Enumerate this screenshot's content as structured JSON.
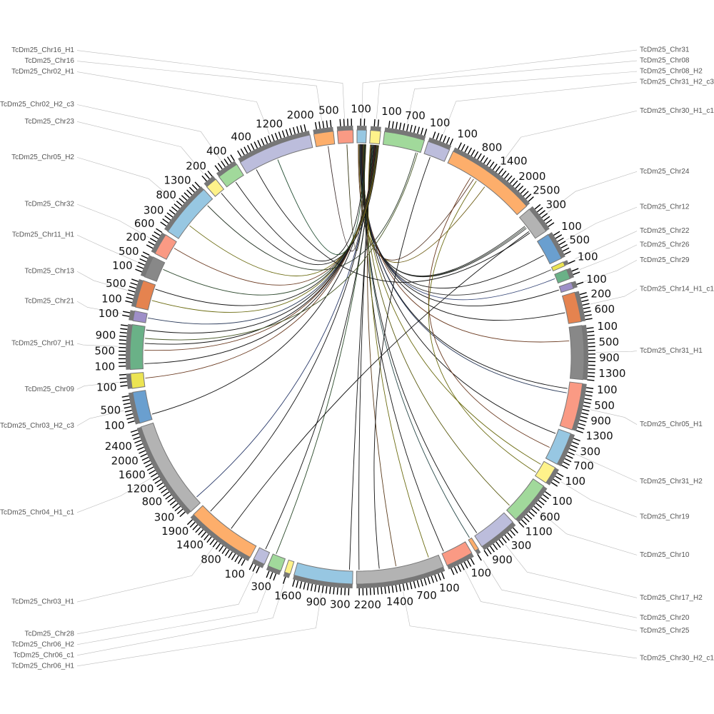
{
  "chart_data": {
    "type": "chord",
    "title": "",
    "tick_interval": 100,
    "sectors": [
      {
        "name": "TcDm25_Chr31",
        "length": 264,
        "color": "#97c7e2"
      },
      {
        "name": "TcDm25_Chr08",
        "length": 286,
        "color": "#fef28a"
      },
      {
        "name": "TcDm25_Chr08_H2",
        "length": 1133,
        "color": "#a1d99b"
      },
      {
        "name": "TcDm25_Chr31_H2_c3",
        "length": 638,
        "color": "#bcbddc"
      },
      {
        "name": "TcDm25_Chr30_H1_c1",
        "length": 2563,
        "color": "#fdae6b"
      },
      {
        "name": "TcDm25_Chr24",
        "length": 770,
        "color": "#b3b3b3"
      },
      {
        "name": "TcDm25_Chr12",
        "length": 760,
        "color": "#6a9fcf"
      },
      {
        "name": "TcDm25_Chr22",
        "length": 120,
        "color": "#ece452"
      },
      {
        "name": "TcDm25_Chr26",
        "length": 275,
        "color": "#6ab187"
      },
      {
        "name": "TcDm25_Chr29",
        "length": 180,
        "color": "#9e8fc8"
      },
      {
        "name": "TcDm25_Chr14_H1_c1",
        "length": 836,
        "color": "#e5834f"
      },
      {
        "name": "TcDm25_Chr31_H1",
        "length": 1507,
        "color": "#888888"
      },
      {
        "name": "TcDm25_Chr05_H1",
        "length": 1320,
        "color": "#fa9a84"
      },
      {
        "name": "TcDm25_Chr31_H2",
        "length": 935,
        "color": "#97c7e2"
      },
      {
        "name": "TcDm25_Chr19",
        "length": 495,
        "color": "#fef28a"
      },
      {
        "name": "TcDm25_Chr10",
        "length": 1210,
        "color": "#a1d99b"
      },
      {
        "name": "TcDm25_Chr17_H2",
        "length": 1100,
        "color": "#bcbddc"
      },
      {
        "name": "TcDm25_Chr20",
        "length": 110,
        "color": "#fdae6b"
      },
      {
        "name": "TcDm25_Chr25",
        "length": 770,
        "color": "#fa9a84"
      },
      {
        "name": "TcDm25_Chr30_H2_c1",
        "length": 2475,
        "color": "#b3b3b3"
      },
      {
        "name": "TcDm25_Chr06_H1",
        "length": 1650,
        "color": "#97c7e2"
      },
      {
        "name": "TcDm25_Chr06_c1",
        "length": 165,
        "color": "#fef28a"
      },
      {
        "name": "TcDm25_Chr06_H2",
        "length": 385,
        "color": "#a1d99b"
      },
      {
        "name": "TcDm25_Chr28",
        "length": 330,
        "color": "#bcbddc"
      },
      {
        "name": "TcDm25_Chr03_H1",
        "length": 1980,
        "color": "#fdae6b"
      },
      {
        "name": "TcDm25_Chr04_H1_c1",
        "length": 2750,
        "color": "#b3b3b3"
      },
      {
        "name": "TcDm25_Chr03_H2_c3",
        "length": 880,
        "color": "#6a9fcf"
      },
      {
        "name": "TcDm25_Chr09",
        "length": 420,
        "color": "#ece452"
      },
      {
        "name": "TcDm25_Chr07_H1",
        "length": 1250,
        "color": "#6ab187"
      },
      {
        "name": "TcDm25_Chr21",
        "length": 275,
        "color": "#9e8fc8"
      },
      {
        "name": "TcDm25_Chr13",
        "length": 770,
        "color": "#e5834f"
      },
      {
        "name": "TcDm25_Chr11_H1",
        "length": 600,
        "color": "#888888"
      },
      {
        "name": "TcDm25_Chr32",
        "length": 600,
        "color": "#fa9a84"
      },
      {
        "name": "TcDm25_Chr05_H2",
        "length": 1540,
        "color": "#97c7e2"
      },
      {
        "name": "TcDm25_Chr23",
        "length": 330,
        "color": "#fef28a"
      },
      {
        "name": "TcDm25_Chr02_H2_c3",
        "length": 605,
        "color": "#a1d99b"
      },
      {
        "name": "TcDm25_Chr02_H1",
        "length": 2090,
        "color": "#bcbddc"
      },
      {
        "name": "TcDm25_Chr16",
        "length": 550,
        "color": "#fdae6b"
      },
      {
        "name": "TcDm25_Chr16_H1",
        "length": 440,
        "color": "#fa9a84"
      }
    ],
    "links": [
      [
        "TcDm25_Chr31",
        40,
        "TcDm25_Chr30_H1_c1",
        900,
        "#5a3a2a"
      ],
      [
        "TcDm25_Chr31",
        60,
        "TcDm25_Chr30_H1_c1",
        1300,
        "#6b5a10"
      ],
      [
        "TcDm25_Chr31",
        80,
        "TcDm25_Chr24",
        300,
        "#222222"
      ],
      [
        "TcDm25_Chr31",
        90,
        "TcDm25_Chr24",
        340,
        "#2e3b2e"
      ],
      [
        "TcDm25_Chr31",
        100,
        "TcDm25_Chr24",
        380,
        "#222222"
      ],
      [
        "TcDm25_Chr31",
        110,
        "TcDm25_Chr12",
        450,
        "#111111"
      ],
      [
        "TcDm25_Chr31",
        120,
        "TcDm25_Chr22",
        60,
        "#333333"
      ],
      [
        "TcDm25_Chr31",
        130,
        "TcDm25_Chr26",
        120,
        "#3a4a7a"
      ],
      [
        "TcDm25_Chr31",
        140,
        "TcDm25_Chr29",
        90,
        "#111111"
      ],
      [
        "TcDm25_Chr31",
        150,
        "TcDm25_Chr14_H1_c1",
        500,
        "#111111"
      ],
      [
        "TcDm25_Chr31",
        160,
        "TcDm25_Chr31_H1",
        400,
        "#6b3a20"
      ],
      [
        "TcDm25_Chr31",
        170,
        "TcDm25_Chr05_H1",
        200,
        "#111111"
      ],
      [
        "TcDm25_Chr31",
        180,
        "TcDm25_Chr05_H1",
        330,
        "#2a3a5a"
      ],
      [
        "TcDm25_Chr31",
        190,
        "TcDm25_Chr31_H2",
        150,
        "#111111"
      ],
      [
        "TcDm25_Chr31",
        200,
        "TcDm25_Chr19",
        120,
        "#6b6b10"
      ],
      [
        "TcDm25_Chr31",
        210,
        "TcDm25_Chr10",
        1050,
        "#5a5a10"
      ],
      [
        "TcDm25_Chr31",
        220,
        "TcDm25_Chr17_H2",
        1000,
        "#111111"
      ],
      [
        "TcDm25_Chr31",
        230,
        "TcDm25_Chr20",
        50,
        "#2a4a4a"
      ],
      [
        "TcDm25_Chr31",
        240,
        "TcDm25_Chr25",
        700,
        "#111111"
      ],
      [
        "TcDm25_Chr08",
        20,
        "TcDm25_Chr30_H2_c1",
        300,
        "#6b6b10"
      ],
      [
        "TcDm25_Chr08",
        40,
        "TcDm25_Chr30_H2_c1",
        1300,
        "#5a3a1a"
      ],
      [
        "TcDm25_Chr08",
        60,
        "TcDm25_Chr30_H2_c1",
        2400,
        "#111111"
      ],
      [
        "TcDm25_Chr08",
        80,
        "TcDm25_Chr06_H1",
        100,
        "#111111"
      ],
      [
        "TcDm25_Chr08",
        100,
        "TcDm25_Chr06_H2",
        300,
        "#2a4a2a"
      ],
      [
        "TcDm25_Chr08",
        120,
        "TcDm25_Chr28",
        150,
        "#111111"
      ],
      [
        "TcDm25_Chr08",
        130,
        "TcDm25_Chr03_H1",
        1700,
        "#111111"
      ],
      [
        "TcDm25_Chr08",
        140,
        "TcDm25_Chr04_H1_c1",
        200,
        "#2a3a6a"
      ],
      [
        "TcDm25_Chr08",
        150,
        "TcDm25_Chr03_H2_c3",
        150,
        "#111111"
      ],
      [
        "TcDm25_Chr08",
        160,
        "TcDm25_Chr09",
        250,
        "#6b3a20"
      ],
      [
        "TcDm25_Chr08",
        170,
        "TcDm25_Chr07_H1",
        150,
        "#111111"
      ],
      [
        "TcDm25_Chr08",
        180,
        "TcDm25_Chr07_H1",
        550,
        "#6b3a20"
      ],
      [
        "TcDm25_Chr08",
        190,
        "TcDm25_Chr07_H1",
        750,
        "#111111"
      ],
      [
        "TcDm25_Chr08",
        200,
        "TcDm25_Chr07_H1",
        1150,
        "#111111"
      ],
      [
        "TcDm25_Chr08",
        210,
        "TcDm25_Chr21",
        150,
        "#2a3a5a"
      ],
      [
        "TcDm25_Chr08",
        220,
        "TcDm25_Chr13",
        300,
        "#6b6b10"
      ],
      [
        "TcDm25_Chr08",
        230,
        "TcDm25_Chr13",
        650,
        "#111111"
      ],
      [
        "TcDm25_Chr08",
        240,
        "TcDm25_Chr11_H1",
        400,
        "#2e4a2e"
      ],
      [
        "TcDm25_Chr08",
        250,
        "TcDm25_Chr32",
        400,
        "#6b3a20"
      ],
      [
        "TcDm25_Chr08",
        260,
        "TcDm25_Chr05_H2",
        500,
        "#6b6b10"
      ],
      [
        "TcDm25_Chr08",
        270,
        "TcDm25_Chr23",
        200,
        "#111111"
      ],
      [
        "TcDm25_Chr31",
        250,
        "TcDm25_Chr02_H2_c3",
        300,
        "#111111"
      ],
      [
        "TcDm25_Chr31",
        255,
        "TcDm25_Chr02_H1",
        1000,
        "#1e4a2e"
      ],
      [
        "TcDm25_Chr31",
        258,
        "TcDm25_Chr16",
        350,
        "#3a2a2a"
      ],
      [
        "TcDm25_Chr31",
        262,
        "TcDm25_Chr16_H1",
        250,
        "#333310"
      ],
      [
        "TcDm25_Chr08_H2",
        1000,
        "TcDm25_Chr05_H2",
        1300,
        "#2a3a2a"
      ],
      [
        "TcDm25_Chr08_H2",
        1050,
        "TcDm25_Chr07_H1",
        900,
        "#4a5a2a"
      ],
      [
        "TcDm25_Chr31_H2_c3",
        200,
        "TcDm25_Chr30_H2_c1",
        1800,
        "#111111"
      ],
      [
        "TcDm25_Chr30_H1_c1",
        800,
        "TcDm25_Chr31_H2",
        600,
        "#6b3a20"
      ],
      [
        "TcDm25_Chr30_H1_c1",
        1000,
        "TcDm25_Chr19",
        400,
        "#6b6b10"
      ],
      [
        "TcDm25_Chr24",
        500,
        "TcDm25_Chr03_H1",
        900,
        "#111111"
      ],
      [
        "TcDm25_Chr24",
        550,
        "TcDm25_Chr02_H1",
        300,
        "#111111"
      ]
    ]
  }
}
